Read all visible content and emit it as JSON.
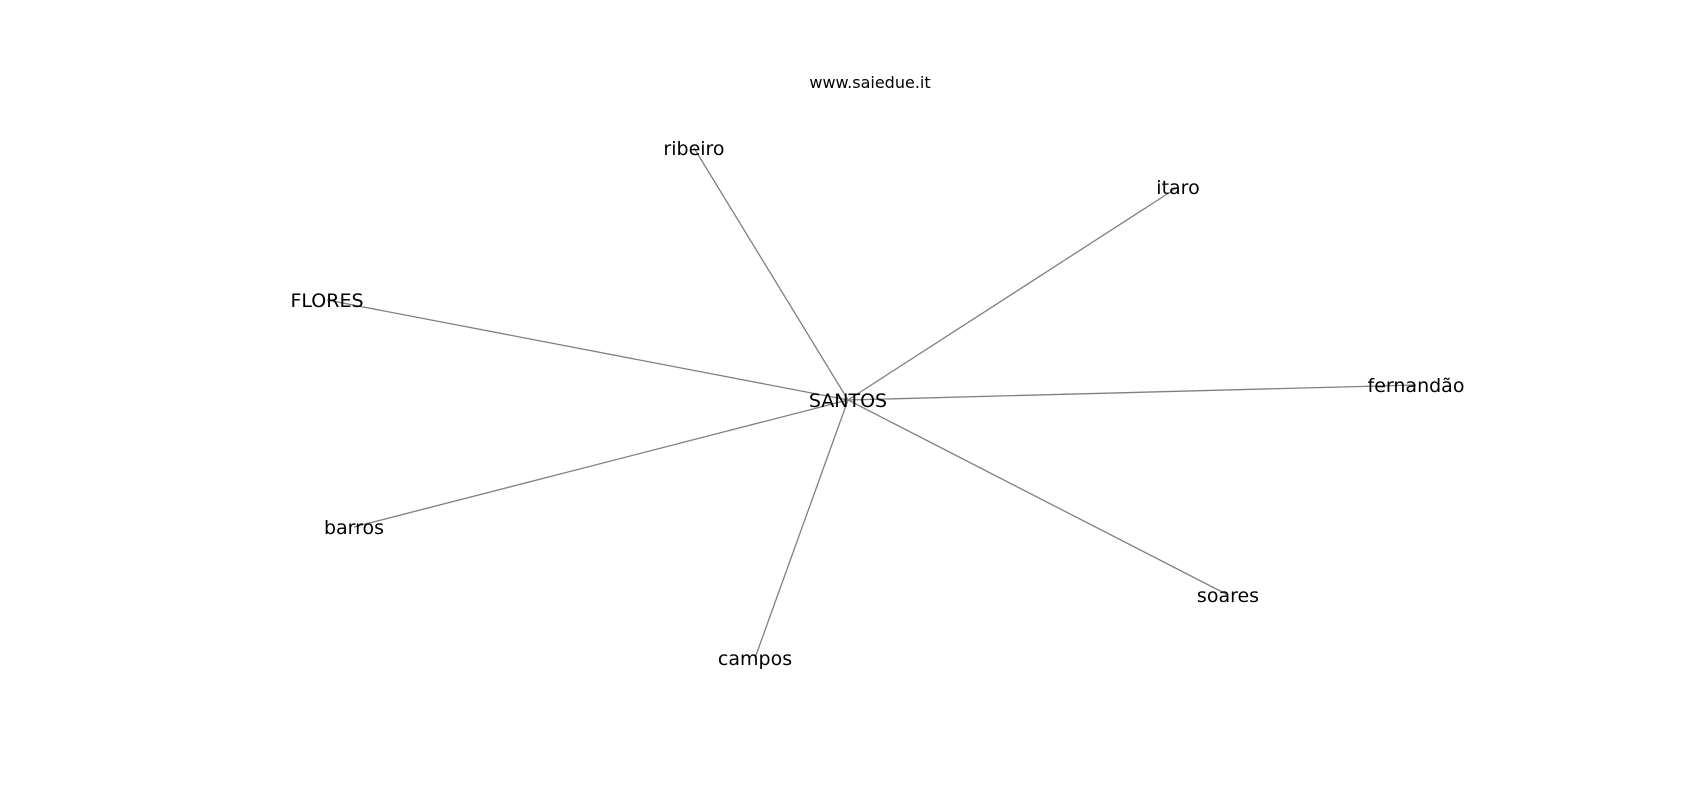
{
  "header": {
    "site": "www.saiedue.it"
  },
  "graph": {
    "center": {
      "id": "santos",
      "label": "SANTOS"
    },
    "nodes": [
      {
        "id": "ribeiro",
        "label": "ribeiro"
      },
      {
        "id": "itaro",
        "label": "itaro"
      },
      {
        "id": "flores",
        "label": "FLORES"
      },
      {
        "id": "fernandao",
        "label": "fernandão"
      },
      {
        "id": "barros",
        "label": "barros"
      },
      {
        "id": "soares",
        "label": "soares"
      },
      {
        "id": "campos",
        "label": "campos"
      }
    ],
    "edge_color": "#808080"
  }
}
